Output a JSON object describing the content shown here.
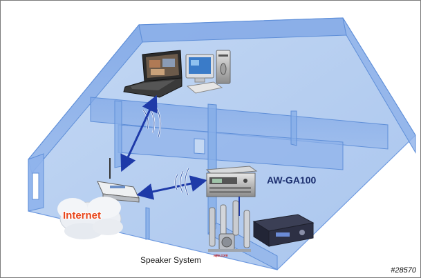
{
  "labels": {
    "internet": "Internet",
    "device": "AW-GA100",
    "speaker_system": "Speaker System",
    "badge": "wjw.com",
    "image_id": "#28570"
  },
  "colors": {
    "floor": "#b8d0ef",
    "wall": "#84acea",
    "wall_edge": "#5f8fd8",
    "arrow": "#1e3aa8",
    "internet_text": "#e8461b",
    "device_text": "#1b2e6e"
  },
  "icons": {
    "laptop": "laptop-icon",
    "desktop": "desktop-pc-icon",
    "router": "wireless-router-icon",
    "cloud": "internet-cloud-icon",
    "device": "aw-ga100-device-icon",
    "speakers": "speaker-system-icon",
    "receiver": "av-receiver-icon",
    "wifi": "wifi-waves-icon"
  }
}
